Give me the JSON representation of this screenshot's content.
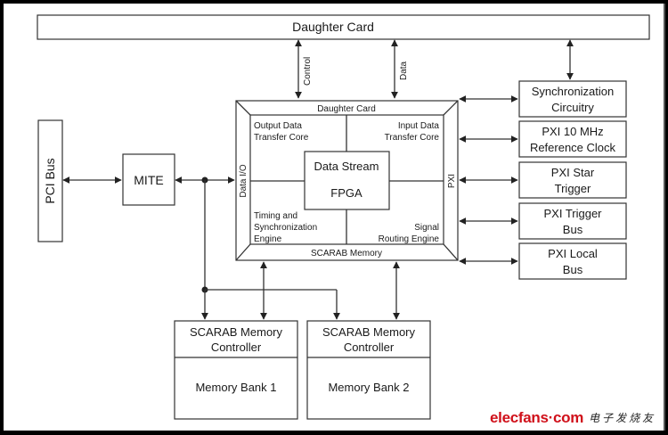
{
  "diagram": {
    "daughter_card_bus": "Daughter Card",
    "control_label": "Control",
    "data_label": "Data",
    "pci_bus": "PCI Bus",
    "mite": "MITE",
    "fpga": {
      "top_label": "Daughter Card",
      "bottom_label": "SCARAB Memory",
      "left_label": "Data I/O",
      "right_label": "PXI",
      "center_line1": "Data Stream",
      "center_line2": "FPGA",
      "quadrants": {
        "top_left": [
          "Output Data",
          "Transfer Core"
        ],
        "top_right": [
          "Input Data",
          "Transfer Core"
        ],
        "bottom_left": [
          "Timing and",
          "Synchronization",
          "Engine"
        ],
        "bottom_right": [
          "Signal",
          "Routing Engine"
        ]
      }
    },
    "right_blocks": [
      {
        "line1": "Synchronization",
        "line2": "Circuitry"
      },
      {
        "line1": "PXI 10 MHz",
        "line2": "Reference Clock"
      },
      {
        "line1": "PXI Star",
        "line2": "Trigger"
      },
      {
        "line1": "PXI Trigger",
        "line2": "Bus"
      },
      {
        "line1": "PXI Local",
        "line2": "Bus"
      }
    ],
    "memory_blocks": [
      {
        "controller_line1": "SCARAB Memory",
        "controller_line2": "Controller",
        "bank": "Memory Bank 1"
      },
      {
        "controller_line1": "SCARAB Memory",
        "controller_line2": "Controller",
        "bank": "Memory Bank 2"
      }
    ]
  },
  "watermark": {
    "logo": "elecfans·com",
    "chinese": "电子发烧友"
  }
}
